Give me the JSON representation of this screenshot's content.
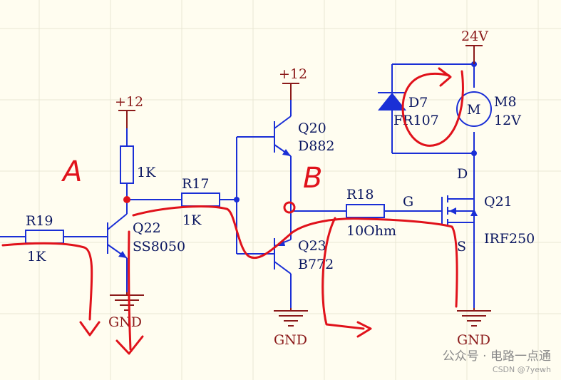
{
  "resistors": {
    "r19": {
      "ref": "R19",
      "value": "1K"
    },
    "r17": {
      "ref": "R17",
      "value": "1K"
    },
    "r18": {
      "ref": "R18",
      "value": "10Ohm"
    },
    "rpull": {
      "value": "1K"
    }
  },
  "transistors": {
    "q22": {
      "ref": "Q22",
      "part": "SS8050"
    },
    "q20": {
      "ref": "Q20",
      "part": "D882"
    },
    "q23": {
      "ref": "Q23",
      "part": "B772"
    },
    "q21": {
      "ref": "Q21",
      "part": "IRF250",
      "gate": "G",
      "drain": "D",
      "source": "S"
    }
  },
  "diode": {
    "ref": "D7",
    "part": "FR107"
  },
  "motor": {
    "ref": "M8",
    "value": "12V",
    "symbol": "M"
  },
  "power": {
    "v12_a": "+12",
    "v12_b": "+12",
    "v24": "24V",
    "gnd": "GND"
  },
  "annotations": {
    "a": "A",
    "b": "B"
  },
  "watermark": {
    "main": "公众号 · 电路一点通",
    "sub": "CSDN @7yewh"
  },
  "colors": {
    "wire": "#1a2fd6",
    "power": "#8b1a1a",
    "annotation": "#e0121b",
    "label": "#0a1660",
    "background": "#fffdf0"
  }
}
